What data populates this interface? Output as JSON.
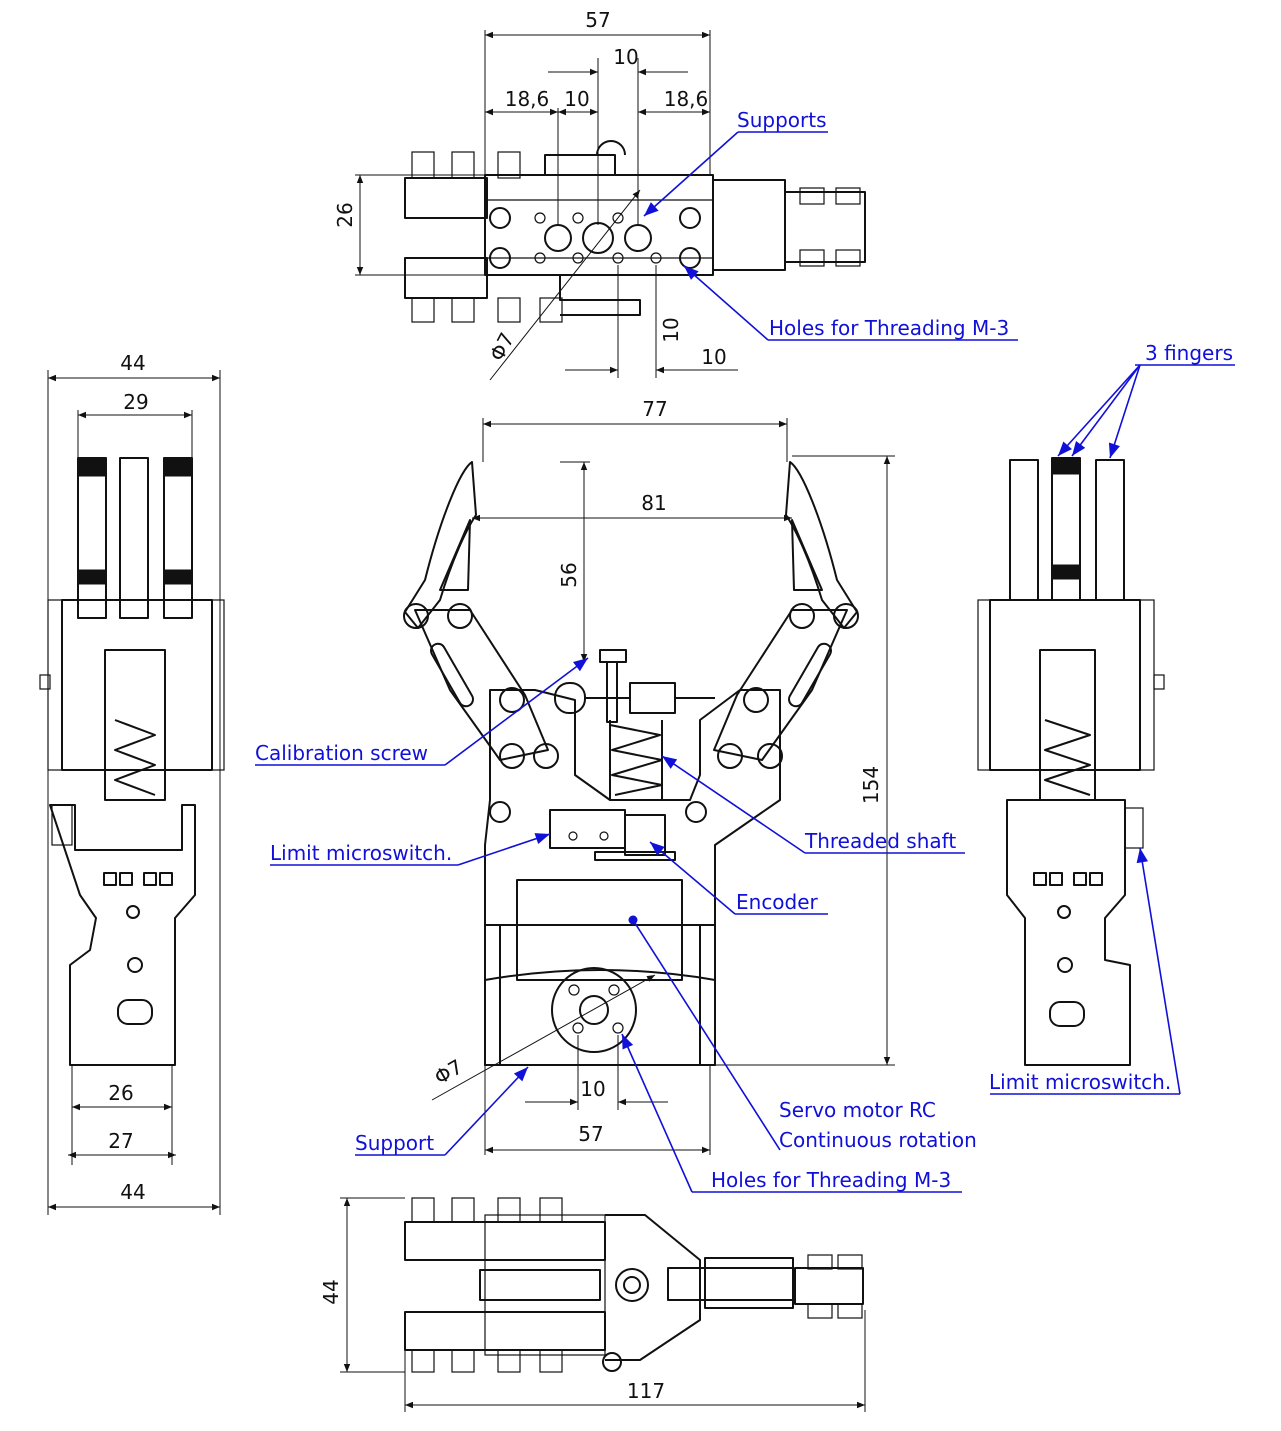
{
  "dimensions": {
    "top_width_57": "57",
    "top_10_a": "10",
    "top_18_6_left": "18,6",
    "top_10_b": "10",
    "top_18_6_right": "18,6",
    "top_height_26": "26",
    "top_phi7": "Φ7",
    "top_10_vert": "10",
    "top_10_bottom": "10",
    "front_77": "77",
    "front_81": "81",
    "front_56": "56",
    "front_154": "154",
    "front_phi7": "Φ7",
    "front_10": "10",
    "front_57": "57",
    "left_44_top": "44",
    "left_29": "29",
    "left_26": "26",
    "left_27": "27",
    "left_44_bottom": "44",
    "bottom_44": "44",
    "bottom_117": "117"
  },
  "labels": {
    "supports": "Supports",
    "holes_top": "Holes for Threading M-3",
    "fingers": "3 fingers",
    "calibration": "Calibration screw",
    "threaded_shaft": "Threaded shaft",
    "limit_left": "Limit microswitch.",
    "encoder": "Encoder",
    "limit_right": "Limit microswitch.",
    "servo_1": "Servo motor RC",
    "servo_2": "Continuous rotation",
    "support": "Support",
    "holes_bottom": "Holes for Threading M-3"
  },
  "colors": {
    "annotation": "#1010d8",
    "lines": "#111111"
  }
}
